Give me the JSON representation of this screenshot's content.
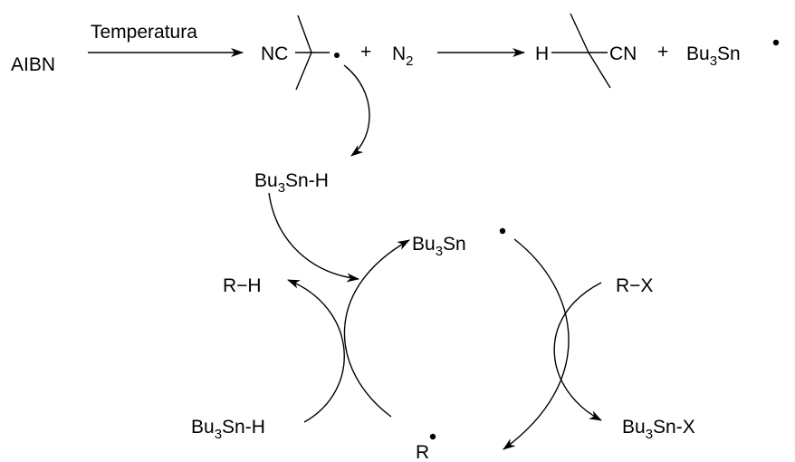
{
  "reaction": {
    "initiator": "AIBN",
    "condition": "Temperatura",
    "radical_nc": "NC",
    "plus": "+",
    "nitrogen": "N",
    "nitrogen_sub": "2",
    "hydrogen": "H",
    "nitrile": "CN"
  },
  "species": {
    "bu": "Bu",
    "sub3": "3",
    "sn": "Sn",
    "sn_h": "Sn-H",
    "sn_x": "Sn-X",
    "r_h": "R−H",
    "r_x": "R−X",
    "r": "R"
  },
  "colors": {
    "ink": "#000000",
    "background": "#ffffff"
  }
}
